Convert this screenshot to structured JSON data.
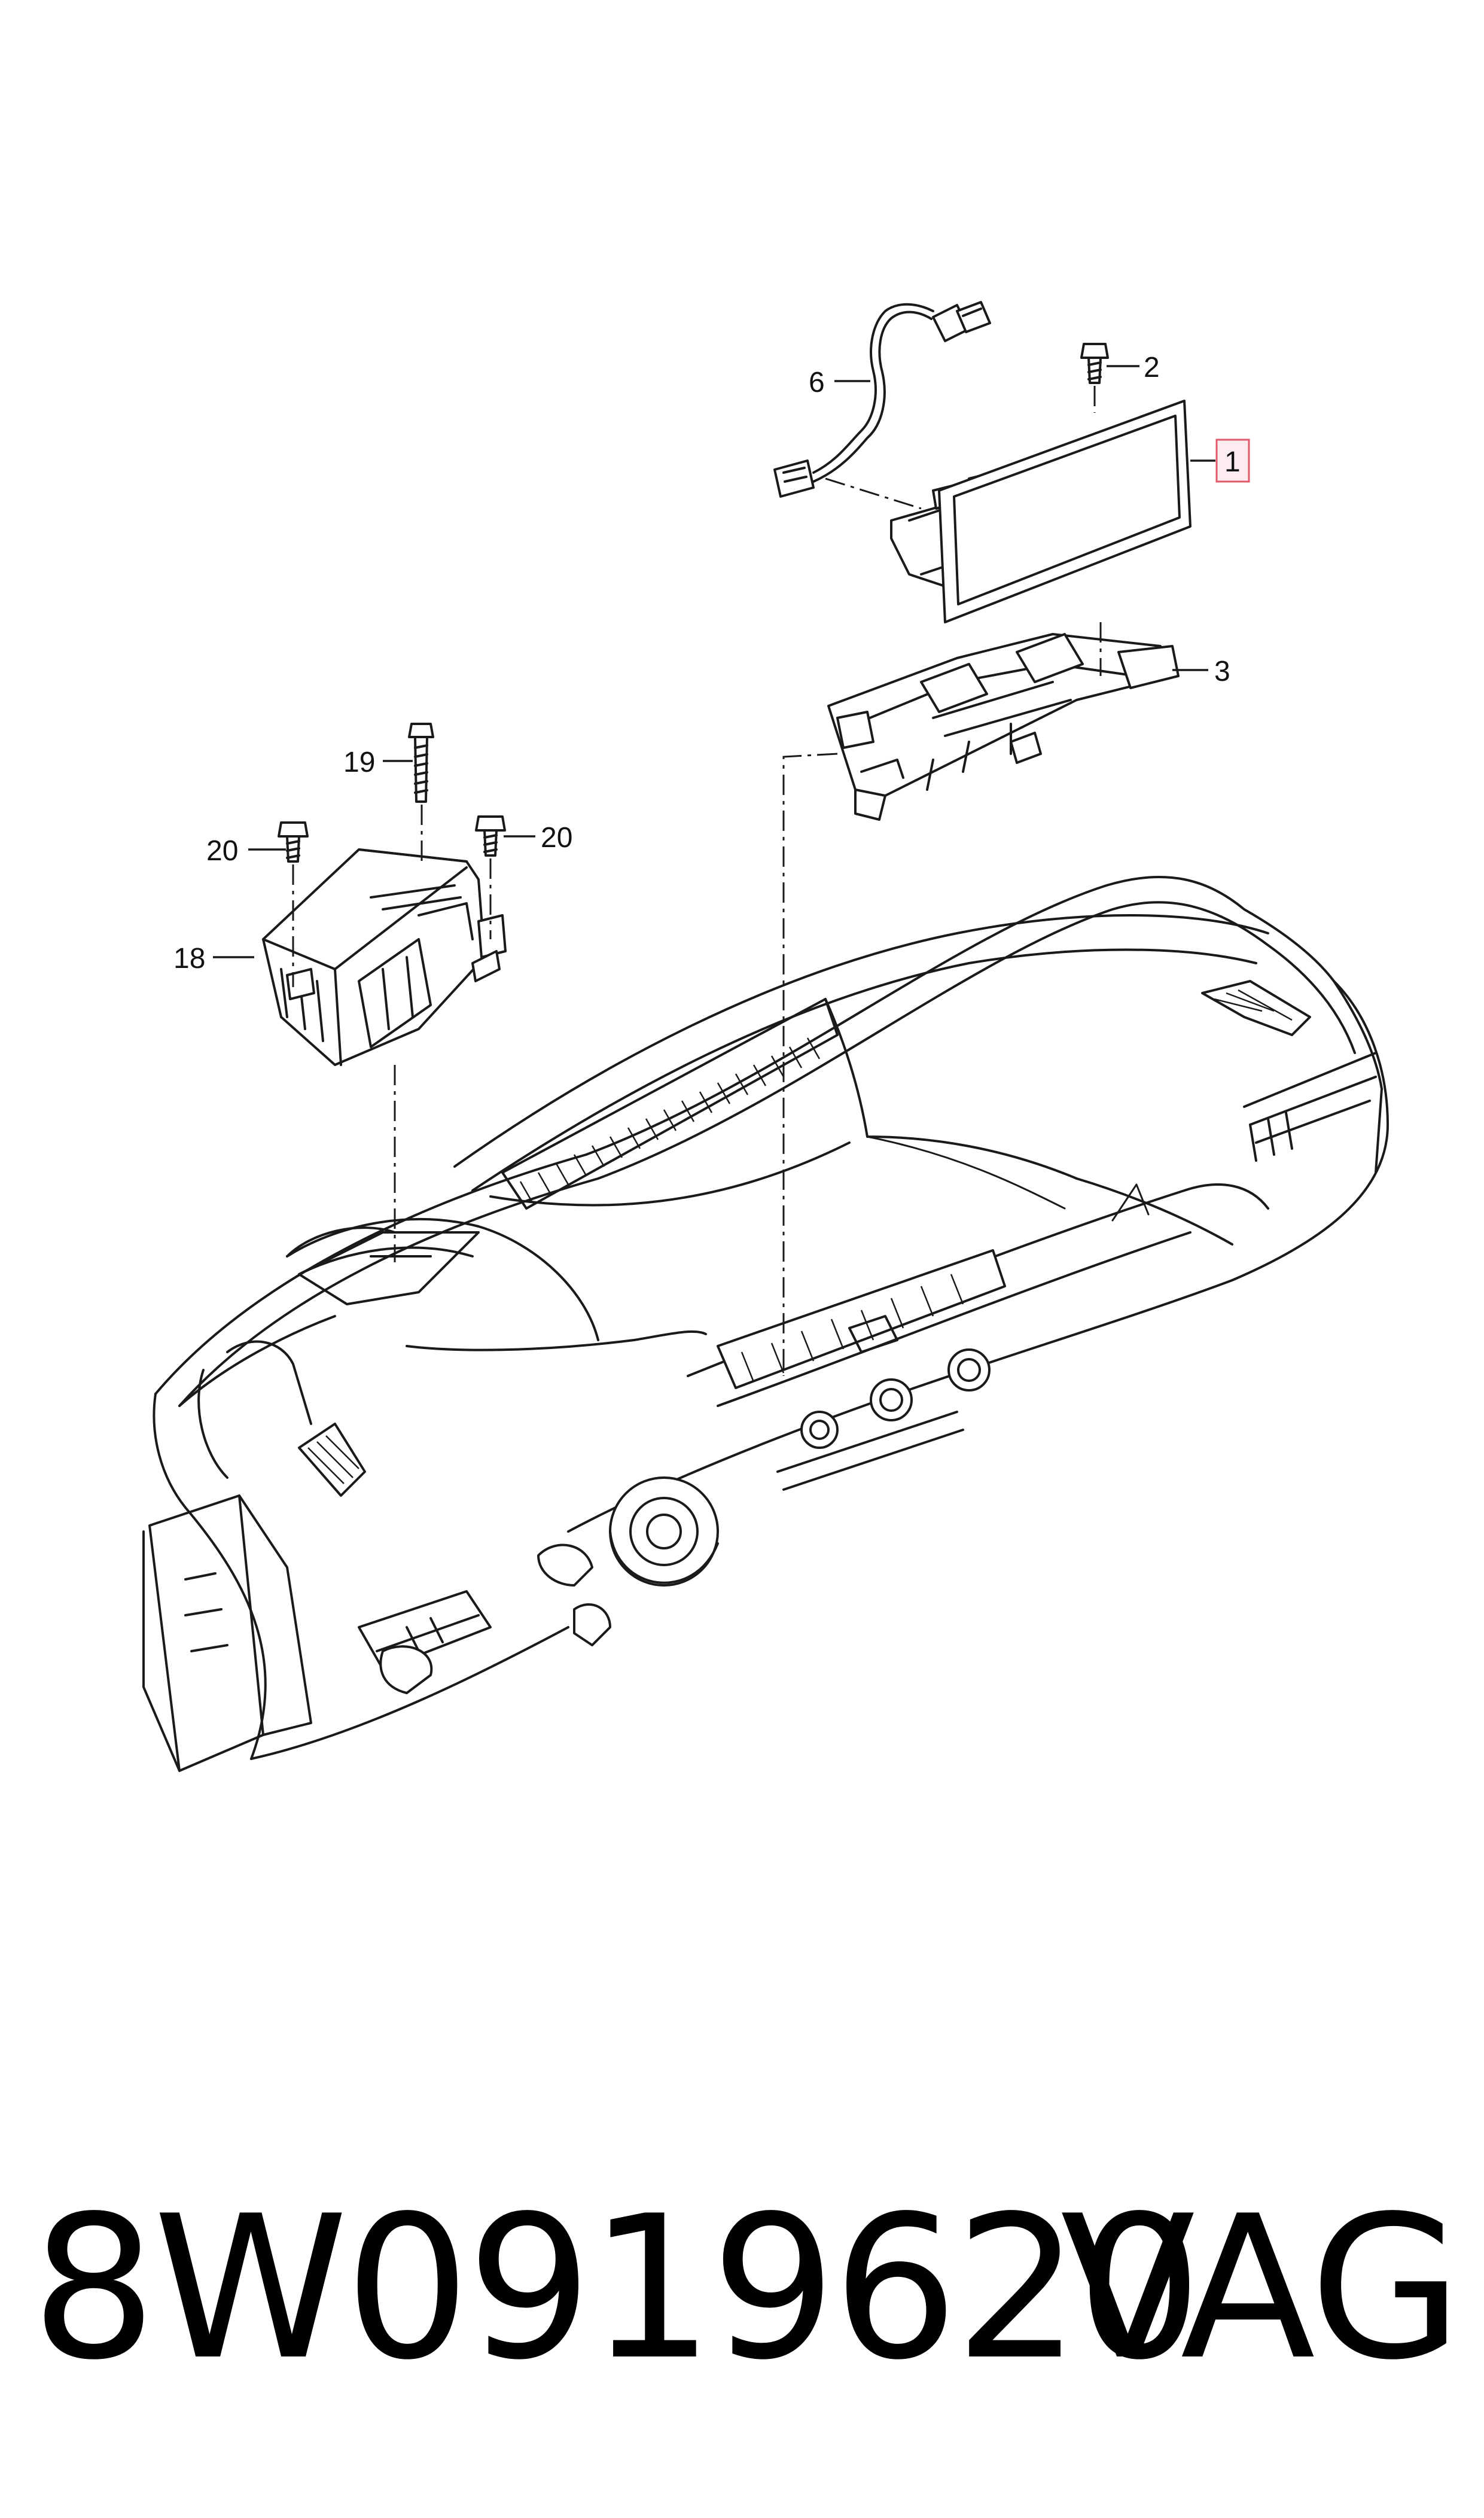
{
  "callouts": {
    "c1": "1",
    "c2": "2",
    "c3": "3",
    "c6": "6",
    "c18": "18",
    "c19": "19",
    "c20_left": "20",
    "c20_right": "20"
  },
  "footer": {
    "part_number": "8W0919620",
    "brand": "VAG"
  },
  "colors": {
    "highlight_box": "#e05a6a",
    "highlight_fill": "#fdecef",
    "line": "#1a1a1a"
  }
}
